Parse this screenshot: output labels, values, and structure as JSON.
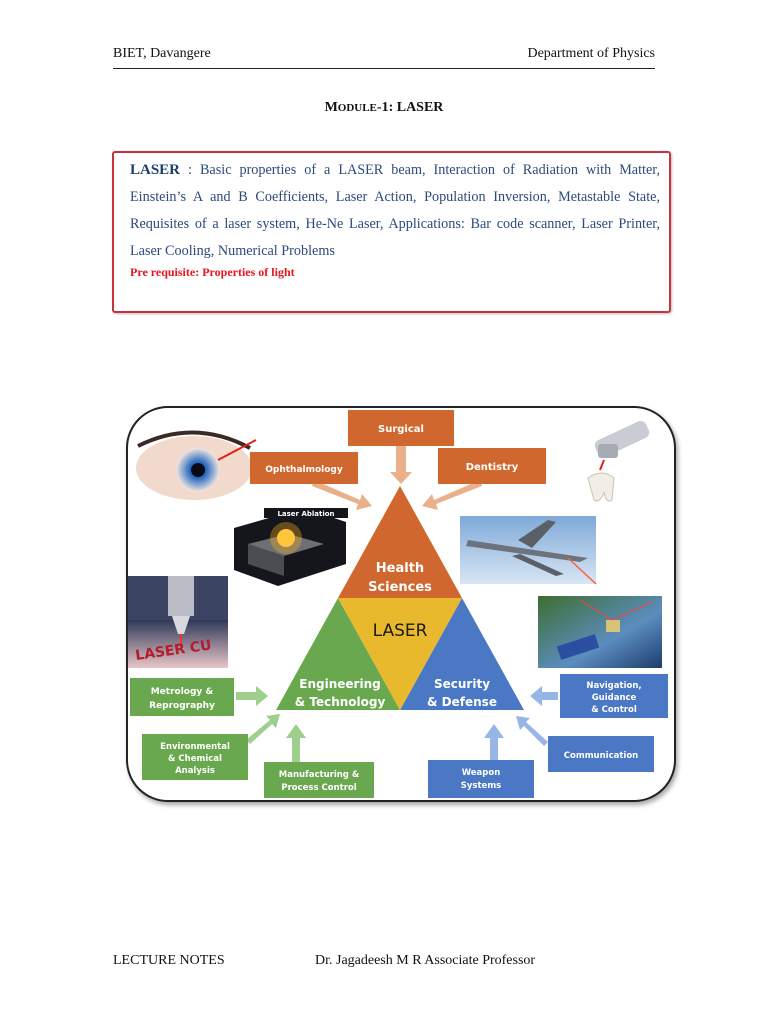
{
  "header": {
    "left": "BIET, Davangere",
    "right": "Department of Physics"
  },
  "module_title": {
    "prefix_big": "M",
    "prefix_small": "ODULE",
    "rest": "-1: LASER"
  },
  "syllabus": {
    "lead": "LASER",
    "body": " : Basic properties of a LASER beam, Interaction of Radiation with Matter, Einstein’s A and B Coefficients, Laser Action, Population Inversion, Metastable State, Requisites of a laser system, He-Ne Laser, Applications: Bar code scanner, Laser Printer, Laser Cooling, Numerical Problems",
    "prerequisite": "Pre requisite: Properties of light"
  },
  "figure": {
    "center": "LASER",
    "health": [
      "Health",
      "Sciences"
    ],
    "engineering": [
      "Engineering",
      "& Technology"
    ],
    "security": [
      "Security",
      "& Defense"
    ],
    "surgical": "Surgical",
    "ophthalmology": "Ophthalmology",
    "dentistry": "Dentistry",
    "laser_ablation": "Laser Ablation",
    "metrology": [
      "Metrology &",
      "Reprography"
    ],
    "environmental": [
      "Environmental",
      "& Chemical",
      "Analysis"
    ],
    "manufacturing": [
      "Manufacturing &",
      "Process Control"
    ],
    "navigation": [
      "Navigation,",
      "Guidance",
      "& Control"
    ],
    "communication": "Communication",
    "weapon": [
      "Weapon",
      "Systems"
    ],
    "colors": {
      "orange": "#d0672e",
      "green": "#6aa84f",
      "blue": "#4a78c4",
      "yellow": "#e8b92d"
    }
  },
  "footer": {
    "left": "LECTURE NOTES",
    "right": "Dr. Jagadeesh M R Associate Professor"
  }
}
